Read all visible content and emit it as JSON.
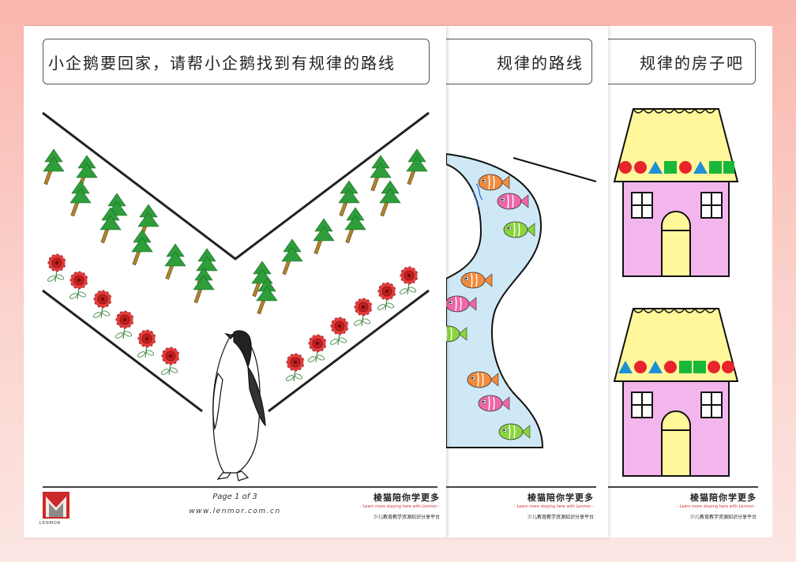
{
  "page1": {
    "title": "小企鹅要回家，请帮小企鹅找到有规律的路线",
    "page_label": "Page 1 of 3",
    "website": "www.lenmor.com.cn"
  },
  "page2": {
    "title_fragment": "规律的路线"
  },
  "page3": {
    "title_fragment": "规律的房子吧"
  },
  "brand": {
    "name": "棱猫陪你学更多",
    "slogan": "- Learn more staying here with Lenmor -",
    "tagline": "少儿教育教学资源知识分享平台",
    "logo_text": "LENMOR"
  },
  "colors": {
    "tree": "#2e9e3a",
    "trunk": "#b0842c",
    "flower": "#e23b3b",
    "river": "#cfe8f5",
    "roof": "#fff799",
    "wall": "#f3b6ec",
    "door": "#fff799",
    "shape_red": "#e8242c",
    "shape_blue": "#1f8fd6",
    "shape_green": "#19b83a"
  },
  "houses": [
    {
      "roof_pattern": [
        "circle-red",
        "circle-red",
        "triangle-blue",
        "square-green",
        "circle-red",
        "triangle-blue",
        "square-green",
        "square-green"
      ]
    },
    {
      "roof_pattern": [
        "triangle-blue",
        "circle-red",
        "triangle-blue",
        "circle-red",
        "square-green",
        "square-green",
        "circle-red",
        "circle-red"
      ]
    }
  ]
}
